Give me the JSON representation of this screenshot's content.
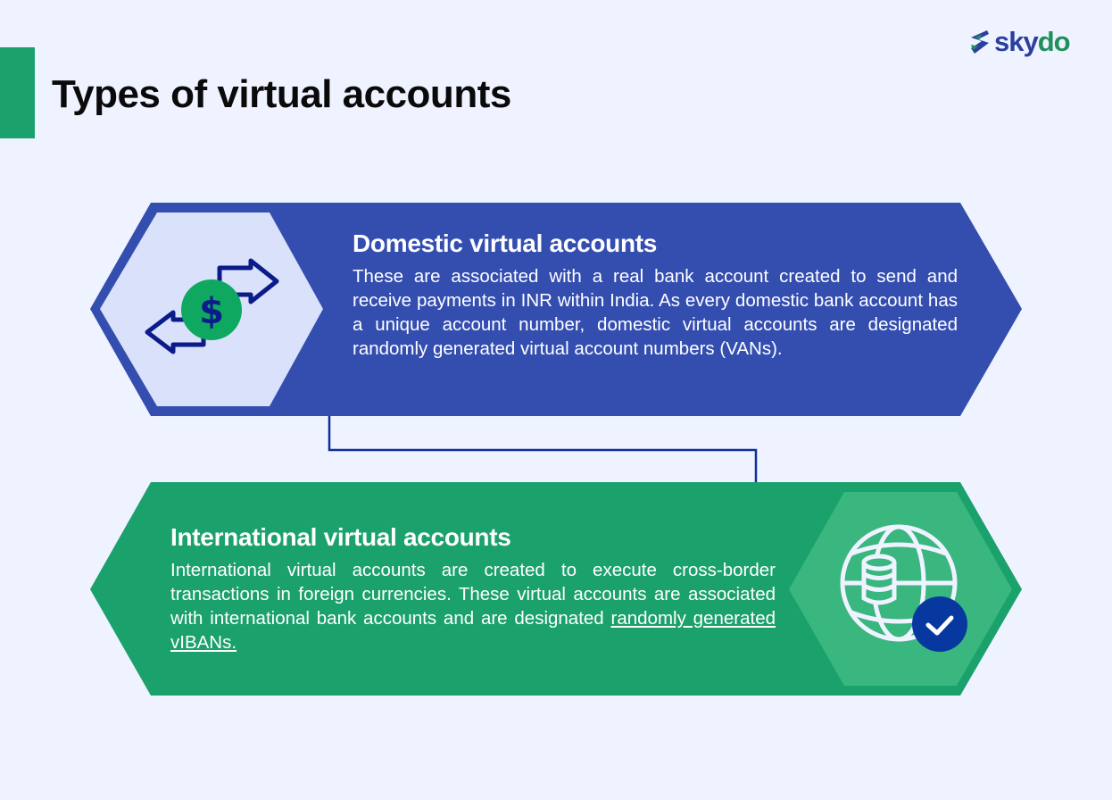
{
  "header": {
    "title": "Types of virtual accounts",
    "logo": {
      "part1": "sky",
      "part2": "do",
      "icon": "skydo-chevrons-icon"
    }
  },
  "colors": {
    "background": "#eff3ff",
    "accent_green": "#1ba16c",
    "domestic_blue": "#344eb0",
    "domestic_icon_bg": "#d9e1fb",
    "international_green": "#1ba16c",
    "international_icon_bg": "#3ab67f",
    "connector": "#0b2e9e",
    "dollar_coin": "#0fa860",
    "check_badge": "#0638a0"
  },
  "cards": [
    {
      "id": "domestic",
      "title": "Domestic virtual accounts",
      "body": "These are associated with a real bank account created to send and receive payments in INR within India. As every domestic bank account has a unique account number, domestic virtual accounts are designated randomly generated virtual account numbers (VANs).",
      "icon": "currency-exchange-icon"
    },
    {
      "id": "international",
      "title": "International virtual accounts",
      "body": "International virtual accounts are created to execute cross-border transactions in foreign currencies. These virtual accounts are associated with international bank accounts and are designated ",
      "link_text": "randomly generated vIBANs. ",
      "icon": "globe-database-check-icon"
    }
  ]
}
